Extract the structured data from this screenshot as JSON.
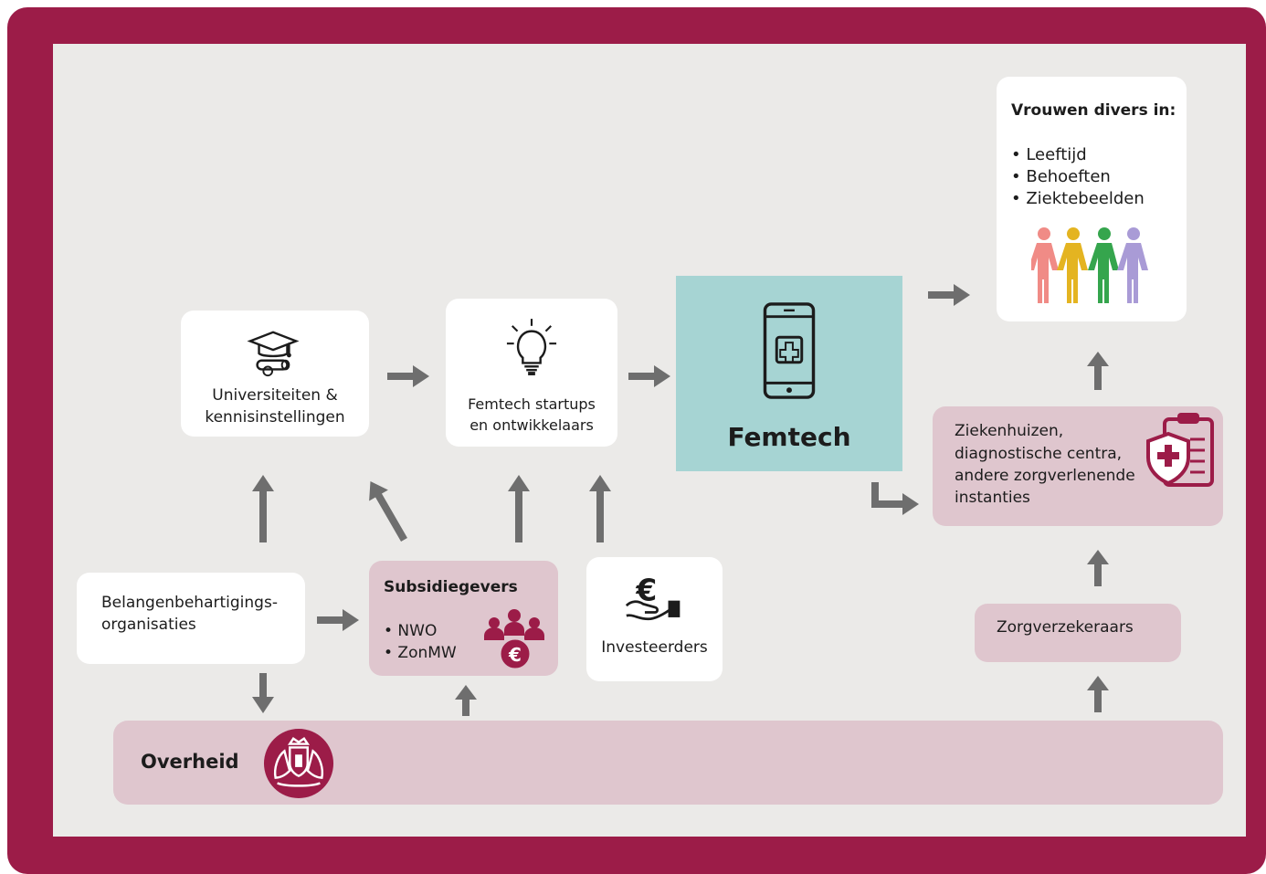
{
  "universities": {
    "line1": "Universiteiten &",
    "line2": "kennisinstellingen"
  },
  "startups": {
    "line1": "Femtech startups",
    "line2": "en ontwikkelaars"
  },
  "femtech": {
    "label": "Femtech"
  },
  "women": {
    "title": "Vrouwen divers in:",
    "items": [
      "• Leeftijd",
      "• Behoeften",
      "• Ziektebeelden"
    ]
  },
  "hospitals": {
    "lines": [
      "Ziekenhuizen,",
      "diagnostische centra,",
      "andere zorgverlenende",
      "instanties"
    ]
  },
  "advocacy": {
    "line1": "Belangenbehartigings-",
    "line2": "organisaties"
  },
  "subsidies": {
    "title": "Subsidiegevers",
    "items": [
      "• NWO",
      "• ZonMW"
    ]
  },
  "investors": {
    "label": "Investeerders"
  },
  "insurers": {
    "label": "Zorgverzekeraars"
  },
  "government": {
    "label": "Overheid"
  },
  "colors": {
    "frame": "#9c1c48",
    "canvas": "#ebeae8",
    "box_pink": "#dfc6ce",
    "femtech_teal": "#a6d4d3",
    "arrow": "#6e6e6e"
  },
  "icons": [
    "graduation-cap-icon",
    "lightbulb-icon",
    "smartphone-medical-icon",
    "women-group-icon",
    "medical-clipboard-icon",
    "euro-group-icon",
    "euro-hand-icon",
    "coat-of-arms-icon"
  ]
}
